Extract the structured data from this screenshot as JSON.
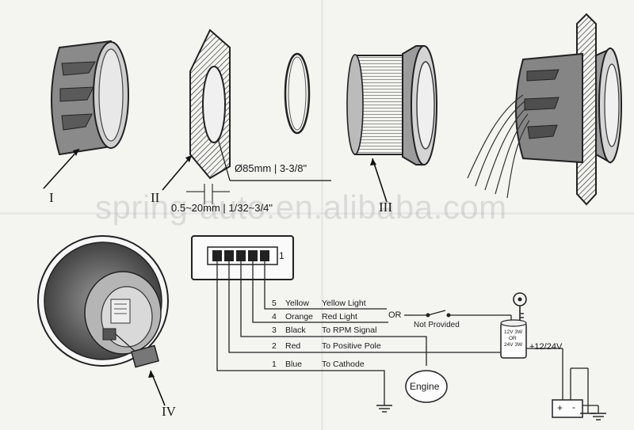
{
  "watermark": "spring-auto.en.alibaba.com",
  "parts": {
    "part1": "I",
    "part2": "II",
    "part3": "III",
    "part4": "IV"
  },
  "dimensions": {
    "hole_diameter": "Ø85mm | 3-3/8\"",
    "panel_thickness": "0.5~20mm | 1/32~3/4\""
  },
  "connector": {
    "pin_marker": "1"
  },
  "wiring": {
    "rows": [
      {
        "pin": "5",
        "color": "Yellow",
        "function": "Yellow Light"
      },
      {
        "pin": "4",
        "color": "Orange",
        "function": "Red Light"
      },
      {
        "pin": "3",
        "color": "Black",
        "function": "To RPM Signal"
      },
      {
        "pin": "2",
        "color": "Red",
        "function": "To Positive Pole"
      },
      {
        "pin": "1",
        "color": "Blue",
        "function": "To Cathode"
      }
    ],
    "or_label": "OR",
    "not_provided": "Not Provided",
    "supply": "+12/24V",
    "engine": "Engine",
    "fuse_lines": [
      "12V 3W",
      "OR",
      "24V 3W"
    ],
    "battery_plus": "+",
    "battery_minus": "-"
  }
}
